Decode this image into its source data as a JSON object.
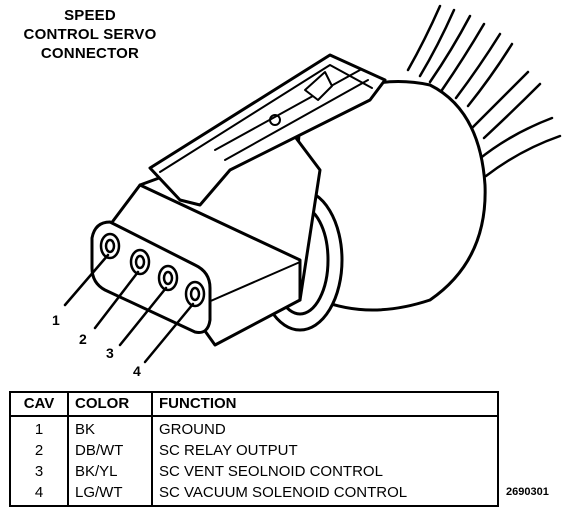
{
  "title_lines": [
    "SPEED",
    "CONTROL SERVO",
    "CONNECTOR"
  ],
  "pin_labels": [
    "1",
    "2",
    "3",
    "4"
  ],
  "table": {
    "headers": [
      "CAV",
      "COLOR",
      "FUNCTION"
    ],
    "rows": [
      {
        "cav": "1",
        "color": "BK",
        "function": "GROUND"
      },
      {
        "cav": "2",
        "color": "DB/WT",
        "function": "SC RELAY OUTPUT"
      },
      {
        "cav": "3",
        "color": "BK/YL",
        "function": "SC VENT SEOLNOID CONTROL"
      },
      {
        "cav": "4",
        "color": "LG/WT",
        "function": "SC VACUUM SOLENOID CONTROL"
      }
    ]
  },
  "figure_ref": "2690301"
}
